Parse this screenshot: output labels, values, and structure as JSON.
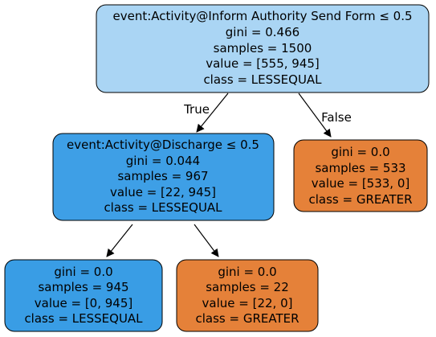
{
  "tree": {
    "nodes": {
      "root": {
        "lines": [
          "event:Activity@Inform Authority Send Form ≤ 0.5",
          "gini = 0.466",
          "samples = 1500",
          "value = [555, 945]",
          "class = LESSEQUAL"
        ],
        "fill": "#aad5f4"
      },
      "left": {
        "lines": [
          "event:Activity@Discharge ≤ 0.5",
          "gini = 0.044",
          "samples = 967",
          "value = [22, 945]",
          "class = LESSEQUAL"
        ],
        "fill": "#3e9fe6"
      },
      "right": {
        "lines": [
          "gini = 0.0",
          "samples = 533",
          "value = [533, 0]",
          "class = GREATER"
        ],
        "fill": "#e58139"
      },
      "left_left": {
        "lines": [
          "gini = 0.0",
          "samples = 945",
          "value = [0, 945]",
          "class = LESSEQUAL"
        ],
        "fill": "#399de5"
      },
      "left_right": {
        "lines": [
          "gini = 0.0",
          "samples = 22",
          "value = [22, 0]",
          "class = GREATER"
        ],
        "fill": "#e58139"
      }
    },
    "edges": [
      {
        "from": "root",
        "to": "left",
        "label": "True"
      },
      {
        "from": "root",
        "to": "right",
        "label": "False"
      },
      {
        "from": "left",
        "to": "left_left",
        "label": ""
      },
      {
        "from": "left",
        "to": "left_right",
        "label": ""
      }
    ]
  }
}
